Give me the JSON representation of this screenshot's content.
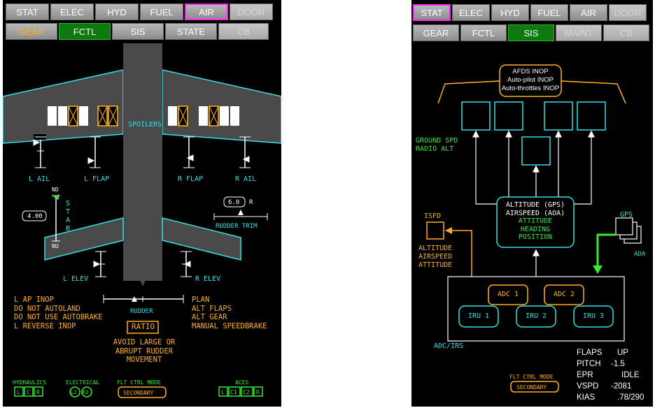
{
  "left_display": {
    "tabs_row1": [
      "STAT",
      "ELEC",
      "HYD",
      "FUEL",
      "AIR",
      "DOOR"
    ],
    "tabs_row2": [
      "GEAR",
      "FCTL",
      "SIS",
      "STATE",
      "CB"
    ],
    "spoilers_label": "SPOILERS",
    "l_ail": "L AIL",
    "l_flap": "L FLAP",
    "r_flap": "R FLAP",
    "r_ail": "R AIL",
    "stab_nd": "ND",
    "stab_nu": "NU",
    "stab_letters": [
      "S",
      "T",
      "A",
      "B"
    ],
    "stab_value": "4.00",
    "rudder_trim_value": "6.0",
    "rudder_trim_dir": "R",
    "rudder_trim_label": "RUDDER TRIM",
    "l_elev": "L ELEV",
    "r_elev": "R ELEV",
    "rudder_label": "RUDDER",
    "ratio_label": "RATIO",
    "messages_left": [
      "L AP INOP",
      "DO NOT AUTOLAND",
      "DO NOT USE AUTOBRAKE",
      "L REVERSE INOP"
    ],
    "messages_right": [
      "PLAN",
      "ALT FLAPS",
      "ALT GEAR",
      "MANUAL SPEEDBRAKE"
    ],
    "rudder_caution": [
      "AVOID LARGE OR",
      "ABRUPT RUDDER",
      "MOVEMENT"
    ],
    "hydraulics_label": "HYDRAULICS",
    "hydraulics_items": [
      "L",
      "C",
      "R"
    ],
    "electrical_label": "ELECTRICAL",
    "electrical_items": [
      "L2",
      "R2"
    ],
    "flt_ctrl_mode_label": "FLT CTRL MODE",
    "flt_ctrl_mode_value": "SECONDARY",
    "aces_label": "ACES",
    "aces_items": [
      "L",
      "C1",
      "C2",
      "R"
    ]
  },
  "right_display": {
    "tabs_row1": [
      "STAT",
      "ELEC",
      "HYD",
      "FUEL",
      "AIR",
      "DOOR"
    ],
    "tabs_row2": [
      "GEAR",
      "FCTL",
      "SIS",
      "MAINT",
      "CB"
    ],
    "afds": [
      "AFDS INOP",
      "Auto-pilot INOP",
      "Auto-throttles INOP"
    ],
    "ground_spd": "GROUND SPD",
    "radio_alt": "RADIO ALT",
    "isfd_label": "ISFD",
    "isfd_outputs": [
      "ALTITUDE",
      "AIRSPEED",
      "ATTITUDE"
    ],
    "center_lines_white": [
      "ALTITUDE (GPS)",
      "AIRSPEED (AOA)"
    ],
    "center_lines_green": [
      "ATTITUDE",
      "HEADING",
      "POSITION"
    ],
    "gps_label": "GPS",
    "aoa_label": "AOA",
    "adc1": "ADC 1",
    "adc2": "ADC 2",
    "iru1": "IRU 1",
    "iru2": "IRU 2",
    "iru3": "IRU 3",
    "adc_irs_label": "ADC/IRS",
    "flt_ctrl_mode_label": "FLT CTRL MODE",
    "flt_ctrl_mode_value": "SECONDARY",
    "readouts": [
      {
        "label": "FLAPS",
        "value": "UP"
      },
      {
        "label": "PITCH",
        "value": "-1.5"
      },
      {
        "label": "EPR",
        "value": "IDLE"
      },
      {
        "label": "VSPD",
        "value": "-2081"
      },
      {
        "label": "KIAS",
        "value": ".78/290"
      }
    ]
  }
}
